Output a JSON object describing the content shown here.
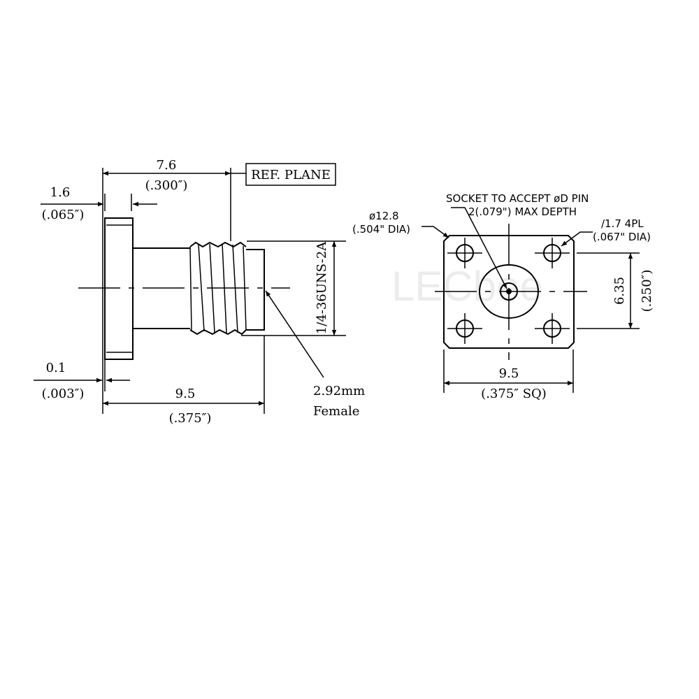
{
  "watermark": "LECbee",
  "side_view": {
    "dim_ref_length": "7.6",
    "dim_ref_length_in": "(.300″)",
    "ref_plane": "REF. PLANE",
    "dim_flange": "1.6",
    "dim_flange_in": "(.065″)",
    "dim_gap": "0.1",
    "dim_gap_in": "(.003″)",
    "dim_total": "9.5",
    "dim_total_in": "(.375″)",
    "thread": "1/4-36UNS-2A",
    "connector_type": "2.92mm",
    "connector_gender": "Female"
  },
  "front_view": {
    "socket_note_1": "SOCKET TO ACCEPT øD PIN",
    "socket_note_2": "2(.079\") MAX DEPTH",
    "flange_dia": "ø12.8",
    "flange_dia_in": "(.504\" DIA)",
    "hole_dia": "/1.7 4PL",
    "hole_dia_in": "(.067\" DIA)",
    "hole_spacing": "6.35",
    "hole_spacing_in": "(.250″)",
    "square": "9.5",
    "square_in": "(.375″ SQ)"
  }
}
